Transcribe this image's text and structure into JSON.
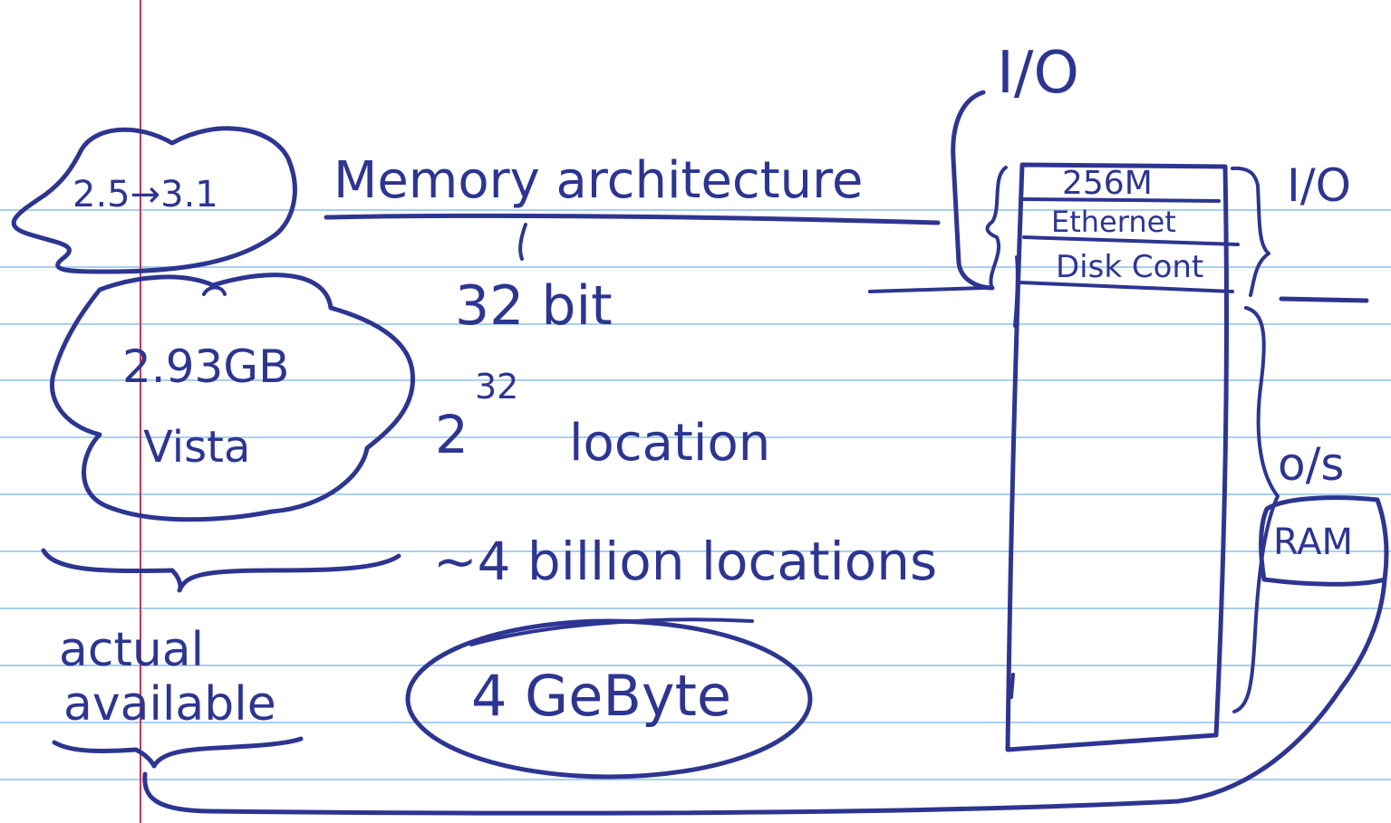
{
  "colors": {
    "ink": "#2d3591",
    "rule_line": "#a9cff0",
    "margin_line": "#c23a5a",
    "paper": "#ffffff"
  },
  "notes": {
    "title": "Memory architecture",
    "bits": "32 bit",
    "locations_power_base": "2",
    "locations_power_exp": "32",
    "locations_label": "location",
    "approx_locations": "~4 billion locations",
    "gigabyte": "4 GeByte",
    "actual_line1": "actual",
    "actual_line2": "available",
    "range": "2.5→3.1",
    "vista_size": "2.93GB",
    "vista_label": "Vista"
  },
  "memory_map": {
    "io_top_label": "I/O",
    "io_right_label": "I/O",
    "blocks": [
      "256M",
      "Ethernet",
      "Disk Cont"
    ],
    "os_label": "o/s",
    "ram_label": "RAM"
  }
}
